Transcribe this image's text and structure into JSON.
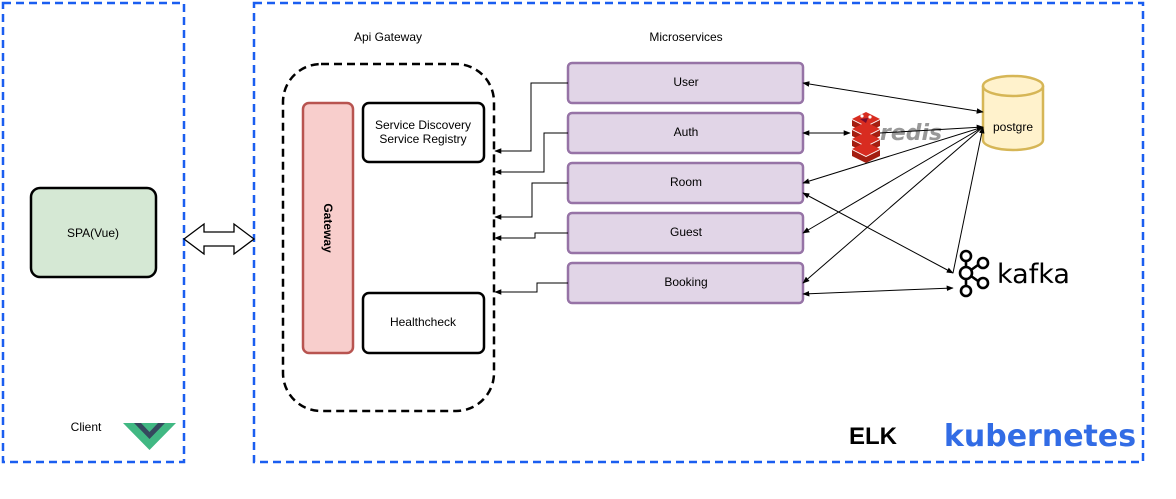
{
  "client": {
    "label": "Client",
    "spa_label": "SPA(Vue)"
  },
  "gateway_group": {
    "title": "Api Gateway",
    "gateway_label": "Gateway",
    "discovery_line1": "Service Discovery",
    "discovery_line2": "Service Registry",
    "healthcheck_label": "Healthcheck"
  },
  "microservices": {
    "title": "Microservices",
    "services": [
      "User",
      "Auth",
      "Room",
      "Guest",
      "Booking"
    ]
  },
  "datastores": {
    "postgres_label": "postgre",
    "redis_label": "redis",
    "kafka_label": "kafka"
  },
  "footer": {
    "elk_label": "ELK",
    "kubernetes_label": "kubernetes"
  },
  "colors": {
    "dashed_border": "#1a5ef0",
    "spa_fill": "#d5e8d4",
    "gateway_fill": "#f8cecc",
    "gateway_stroke": "#b85450",
    "service_fill": "#e1d5e7",
    "service_stroke": "#9673a6",
    "postgres_fill": "#fff2cc",
    "postgres_stroke": "#d6b656",
    "kubernetes_text": "#326ce5"
  }
}
